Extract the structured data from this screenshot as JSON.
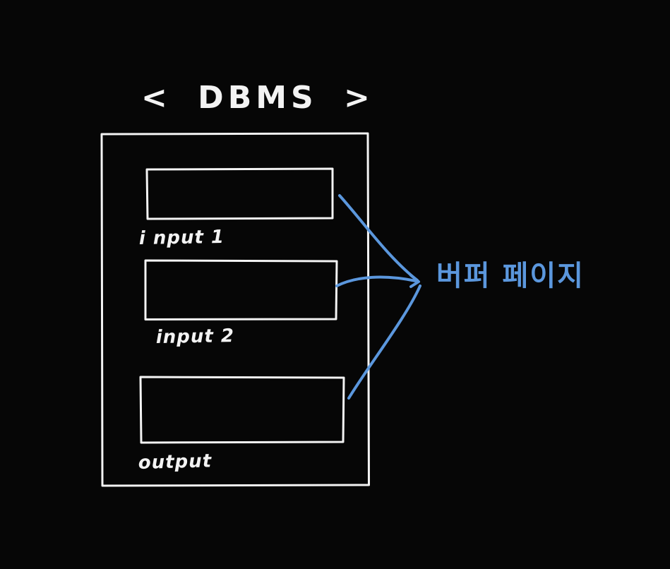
{
  "colors": {
    "background": "#060606",
    "white": "#f3f3f3",
    "blue": "#5b97dd"
  },
  "title": "< DBMS >",
  "diagram": {
    "boxes": [
      {
        "label": "i nput 1"
      },
      {
        "label": "input 2"
      },
      {
        "label": "output"
      }
    ],
    "annotation": "버퍼 페이지"
  }
}
